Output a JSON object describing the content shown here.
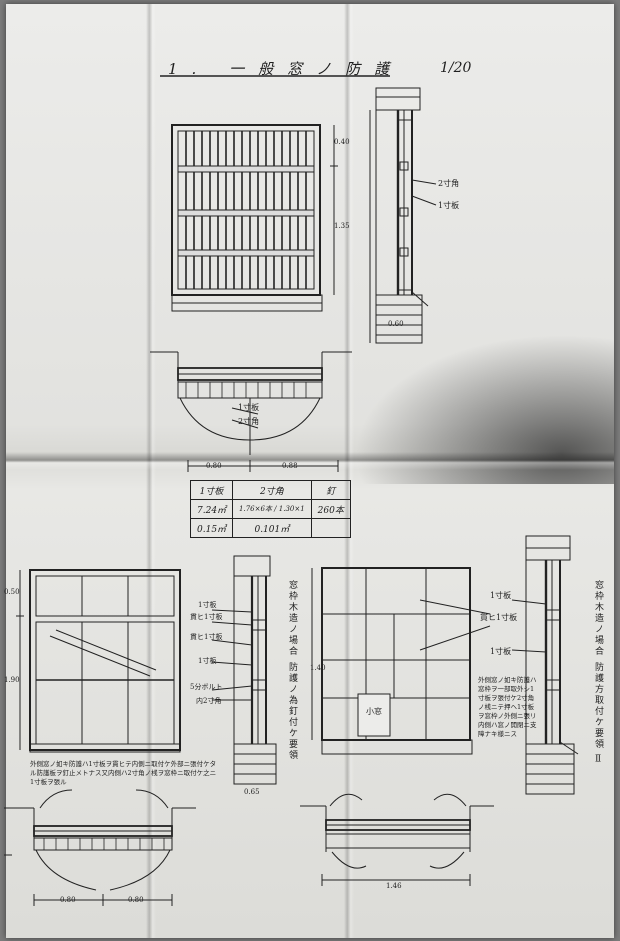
{
  "title": "1. 一般窓ノ防護",
  "scale": "1/20",
  "top_elevation": {
    "dim_left_upper": "0.40",
    "dim_left_lower": "1.35"
  },
  "top_section": {
    "labels": [
      "2寸角",
      "1寸板"
    ],
    "dim_bottom": "0.60"
  },
  "top_plan": {
    "labels": [
      "1寸板",
      "2寸角"
    ],
    "dims": [
      "0.80",
      "0.88"
    ]
  },
  "quantity_table": {
    "rows": [
      [
        "1寸板",
        "2寸角",
        "釘"
      ],
      [
        "7.24㎡",
        "1.76×6本 / 1.30×1",
        "260本"
      ],
      [
        "0.15㎥",
        "0.101㎥",
        ""
      ]
    ]
  },
  "bottom_left_elevation": {
    "dims": [
      "0.50",
      "1.90"
    ]
  },
  "bottom_left_section": {
    "labels": [
      "1寸板",
      "貫ヒ1寸板",
      "貫ヒ1寸板",
      "1寸板",
      "5分ボルト",
      "内2寸角"
    ],
    "dim_bottom": "0.65"
  },
  "bottom_left_note": "外側窓ノ如キ防護ハ1寸板ヲ貫ヒテ内側ニ取付ケ外部ニ張付ケタル防護板ヲ釘止メトナス又内側ハ2寸角ノ桟ヲ窓枠ニ取付ケ之ニ1寸板ヲ張ル",
  "bottom_left_plan": {
    "dims": [
      "0.80",
      "0.80"
    ]
  },
  "bottom_mid_note": "窓枠木造ノ場合 防護ノ為釘付ケ要領",
  "bottom_mid_elevation": {
    "dim_left": "1.40",
    "small_window_label": "小窓"
  },
  "bottom_right_section": {
    "labels": [
      "1寸板",
      "貫ヒ1寸板",
      "1寸板"
    ],
    "note": "外側窓ノ如キ防護ハ窓枠ヲ一部取外シ1寸板ヲ張付ケ2寸角ノ桟ニテ押ヘ1寸板ヲ窓枠ノ外側ニ張リ内側ハ窓ノ開閉ニ支障ナキ様ニス"
  },
  "right_vertical_note": "窓枠木造ノ場合 防護方取付ケ要領 Ⅱ",
  "bottom_mid_plan": {
    "dim": "1.46"
  }
}
